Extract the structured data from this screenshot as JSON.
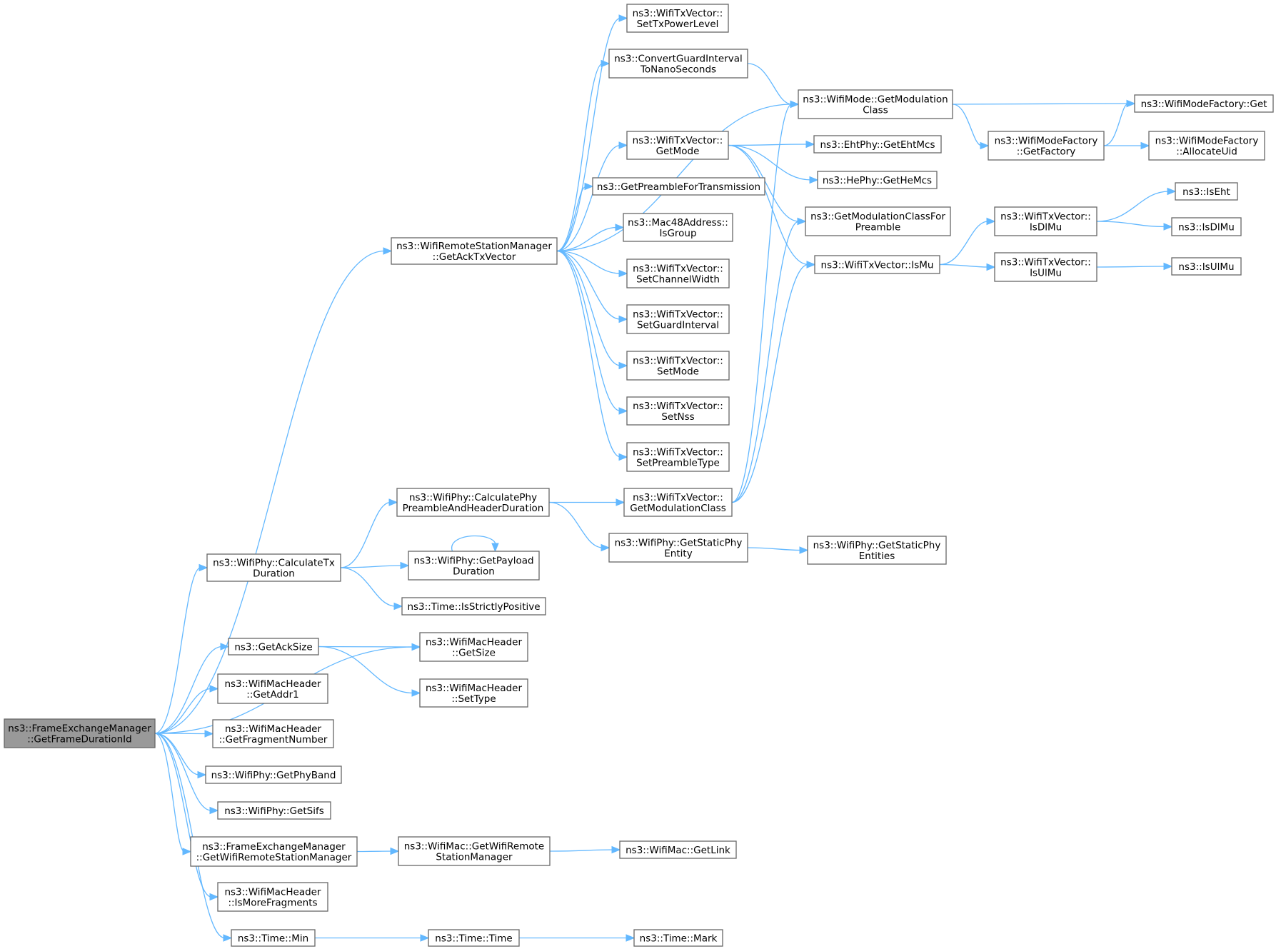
{
  "nodes": [
    {
      "id": "root",
      "label": [
        "ns3::FrameExchangeManager",
        "::GetFrameDurationId"
      ],
      "root": true
    },
    {
      "id": "getAckTxVector",
      "label": [
        "ns3::WifiRemoteStationManager",
        "::GetAckTxVector"
      ]
    },
    {
      "id": "calcTxDuration",
      "label": [
        "ns3::WifiPhy::CalculateTx",
        "Duration"
      ]
    },
    {
      "id": "getAckSize",
      "label": [
        "ns3::GetAckSize"
      ]
    },
    {
      "id": "getAddr1",
      "label": [
        "ns3::WifiMacHeader",
        "::GetAddr1"
      ]
    },
    {
      "id": "getFragNum",
      "label": [
        "ns3::WifiMacHeader",
        "::GetFragmentNumber"
      ]
    },
    {
      "id": "getPhyBand",
      "label": [
        "ns3::WifiPhy::GetPhyBand"
      ]
    },
    {
      "id": "getSifs",
      "label": [
        "ns3::WifiPhy::GetSifs"
      ]
    },
    {
      "id": "getWrsm",
      "label": [
        "ns3::FrameExchangeManager",
        "::GetWifiRemoteStationManager"
      ]
    },
    {
      "id": "isMoreFrag",
      "label": [
        "ns3::WifiMacHeader",
        "::IsMoreFragments"
      ]
    },
    {
      "id": "timeMin",
      "label": [
        "ns3::Time::Min"
      ]
    },
    {
      "id": "calcPhyPreamble",
      "label": [
        "ns3::WifiPhy::CalculatePhy",
        "PreambleAndHeaderDuration"
      ]
    },
    {
      "id": "getPayloadDur",
      "label": [
        "ns3::WifiPhy::GetPayload",
        "Duration"
      ]
    },
    {
      "id": "isStrictlyPos",
      "label": [
        "ns3::Time::IsStrictlyPositive"
      ]
    },
    {
      "id": "macGetSize",
      "label": [
        "ns3::WifiMacHeader",
        "::GetSize"
      ]
    },
    {
      "id": "macSetType",
      "label": [
        "ns3::WifiMacHeader",
        "::SetType"
      ]
    },
    {
      "id": "macGetWrsm",
      "label": [
        "ns3::WifiMac::GetWifiRemote",
        "StationManager"
      ]
    },
    {
      "id": "timeTime",
      "label": [
        "ns3::Time::Time"
      ]
    },
    {
      "id": "setTxPower",
      "label": [
        "ns3::WifiTxVector::",
        "SetTxPowerLevel"
      ]
    },
    {
      "id": "convertGi",
      "label": [
        "ns3::ConvertGuardInterval",
        "ToNanoSeconds"
      ]
    },
    {
      "id": "txGetMode",
      "label": [
        "ns3::WifiTxVector::",
        "GetMode"
      ]
    },
    {
      "id": "getPreambleTx",
      "label": [
        "ns3::GetPreambleForTransmission"
      ]
    },
    {
      "id": "isGroup",
      "label": [
        "ns3::Mac48Address::",
        "IsGroup"
      ]
    },
    {
      "id": "setChanWidth",
      "label": [
        "ns3::WifiTxVector::",
        "SetChannelWidth"
      ]
    },
    {
      "id": "setGi",
      "label": [
        "ns3::WifiTxVector::",
        "SetGuardInterval"
      ]
    },
    {
      "id": "setMode",
      "label": [
        "ns3::WifiTxVector::",
        "SetMode"
      ]
    },
    {
      "id": "setNss",
      "label": [
        "ns3::WifiTxVector::",
        "SetNss"
      ]
    },
    {
      "id": "setPreambleType",
      "label": [
        "ns3::WifiTxVector::",
        "SetPreambleType"
      ]
    },
    {
      "id": "txGetModClass",
      "label": [
        "ns3::WifiTxVector::",
        "GetModulationClass"
      ]
    },
    {
      "id": "getStaticPhyEntity",
      "label": [
        "ns3::WifiPhy::GetStaticPhy",
        "Entity"
      ]
    },
    {
      "id": "macGetLink",
      "label": [
        "ns3::WifiMac::GetLink"
      ]
    },
    {
      "id": "timeMark",
      "label": [
        "ns3::Time::Mark"
      ]
    },
    {
      "id": "modeGetModClass",
      "label": [
        "ns3::WifiMode::GetModulation",
        "Class"
      ]
    },
    {
      "id": "ehtGetMcs",
      "label": [
        "ns3::EhtPhy::GetEhtMcs"
      ]
    },
    {
      "id": "heGetMcs",
      "label": [
        "ns3::HePhy::GetHeMcs"
      ]
    },
    {
      "id": "getModClassForPreamble",
      "label": [
        "ns3::GetModulationClassFor",
        "Preamble"
      ]
    },
    {
      "id": "txIsMu",
      "label": [
        "ns3::WifiTxVector::IsMu"
      ]
    },
    {
      "id": "getStaticPhyEntities",
      "label": [
        "ns3::WifiPhy::GetStaticPhy",
        "Entities"
      ]
    },
    {
      "id": "factoryGetFactory",
      "label": [
        "ns3::WifiModeFactory",
        "::GetFactory"
      ]
    },
    {
      "id": "txIsDlMu",
      "label": [
        "ns3::WifiTxVector::",
        "IsDlMu"
      ]
    },
    {
      "id": "txIsUlMu",
      "label": [
        "ns3::WifiTxVector::",
        "IsUlMu"
      ]
    },
    {
      "id": "factoryGet",
      "label": [
        "ns3::WifiModeFactory::Get"
      ]
    },
    {
      "id": "factoryAllocUid",
      "label": [
        "ns3::WifiModeFactory",
        "::AllocateUid"
      ]
    },
    {
      "id": "isEht",
      "label": [
        "ns3::IsEht"
      ]
    },
    {
      "id": "isDlMu",
      "label": [
        "ns3::IsDlMu"
      ]
    },
    {
      "id": "isUlMu",
      "label": [
        "ns3::IsUlMu"
      ]
    }
  ],
  "edges": [
    [
      "root",
      "getAckTxVector"
    ],
    [
      "root",
      "calcTxDuration"
    ],
    [
      "root",
      "macGetSize"
    ],
    [
      "root",
      "getAckSize"
    ],
    [
      "root",
      "getAddr1"
    ],
    [
      "root",
      "getFragNum"
    ],
    [
      "root",
      "getPhyBand"
    ],
    [
      "root",
      "getSifs"
    ],
    [
      "root",
      "getWrsm"
    ],
    [
      "root",
      "isMoreFrag"
    ],
    [
      "root",
      "timeMin"
    ],
    [
      "getAckTxVector",
      "setTxPower"
    ],
    [
      "getAckTxVector",
      "convertGi"
    ],
    [
      "getAckTxVector",
      "modeGetModClass"
    ],
    [
      "getAckTxVector",
      "txGetMode"
    ],
    [
      "getAckTxVector",
      "getPreambleTx"
    ],
    [
      "getAckTxVector",
      "isGroup"
    ],
    [
      "getAckTxVector",
      "setChanWidth"
    ],
    [
      "getAckTxVector",
      "setGi"
    ],
    [
      "getAckTxVector",
      "setMode"
    ],
    [
      "getAckTxVector",
      "setNss"
    ],
    [
      "getAckTxVector",
      "setPreambleType"
    ],
    [
      "calcTxDuration",
      "calcPhyPreamble"
    ],
    [
      "calcTxDuration",
      "getPayloadDur"
    ],
    [
      "calcTxDuration",
      "isStrictlyPos"
    ],
    [
      "getAckSize",
      "macGetSize"
    ],
    [
      "getAckSize",
      "macSetType"
    ],
    [
      "getWrsm",
      "macGetWrsm"
    ],
    [
      "timeMin",
      "timeTime"
    ],
    [
      "calcPhyPreamble",
      "txGetModClass"
    ],
    [
      "calcPhyPreamble",
      "getStaticPhyEntity"
    ],
    [
      "getPayloadDur",
      "getPayloadDur"
    ],
    [
      "macGetWrsm",
      "macGetLink"
    ],
    [
      "timeTime",
      "timeMark"
    ],
    [
      "convertGi",
      "modeGetModClass"
    ],
    [
      "txGetMode",
      "ehtGetMcs"
    ],
    [
      "txGetMode",
      "heGetMcs"
    ],
    [
      "txGetMode",
      "getModClassForPreamble"
    ],
    [
      "txGetMode",
      "txIsMu"
    ],
    [
      "txGetModClass",
      "modeGetModClass"
    ],
    [
      "txGetModClass",
      "getModClassForPreamble"
    ],
    [
      "txGetModClass",
      "txIsMu"
    ],
    [
      "getStaticPhyEntity",
      "getStaticPhyEntities"
    ],
    [
      "modeGetModClass",
      "factoryGet"
    ],
    [
      "modeGetModClass",
      "factoryGetFactory"
    ],
    [
      "txIsMu",
      "txIsDlMu"
    ],
    [
      "txIsMu",
      "txIsUlMu"
    ],
    [
      "factoryGetFactory",
      "factoryGet"
    ],
    [
      "factoryGetFactory",
      "factoryAllocUid"
    ],
    [
      "txIsDlMu",
      "isEht"
    ],
    [
      "txIsDlMu",
      "isDlMu"
    ],
    [
      "txIsUlMu",
      "isUlMu"
    ]
  ]
}
